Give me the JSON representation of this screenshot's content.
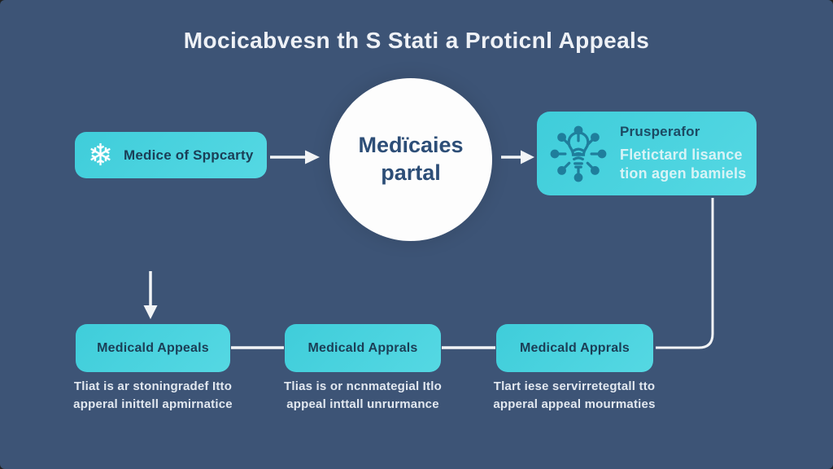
{
  "title": "Mocicabvesn th S Stati a Proticnl Appeals",
  "colors": {
    "bg": "#3d5476",
    "teal": "#49d3df",
    "ink-dark": "#1b3e56",
    "circle-ink": "#2d4e77",
    "pale": "#d8f3f6",
    "line": "#f2f4f6",
    "icon-dark": "#1f7e9c"
  },
  "flow": {
    "left_box": {
      "label": "Medice of Sppcarty",
      "icon": "snowflake-icon",
      "snowflake_glyph": "❄"
    },
    "center_circle": {
      "line1": "Medïcaies",
      "line2": "partal"
    },
    "right_box": {
      "icon": "network-bulb-icon",
      "title": "Prusperafor",
      "subtitle_line1": "Fletictard lisance",
      "subtitle_line2": "tion agen bamiels"
    }
  },
  "bottom_row": [
    {
      "label": "Medicald Appeals",
      "caption_line1": "Tliat is ar stoningradef Itto",
      "caption_line2": "apperal inittell apmirnatice"
    },
    {
      "label": "Medicald Apprals",
      "caption_line1": "Tlias is or ncnmategial Itlo",
      "caption_line2": "appeal inttall unrurmance"
    },
    {
      "label": "Medicald Apprals",
      "caption_line1": "Tlart iese servirretegtall tto",
      "caption_line2": "apperal appeal mourmaties"
    }
  ]
}
